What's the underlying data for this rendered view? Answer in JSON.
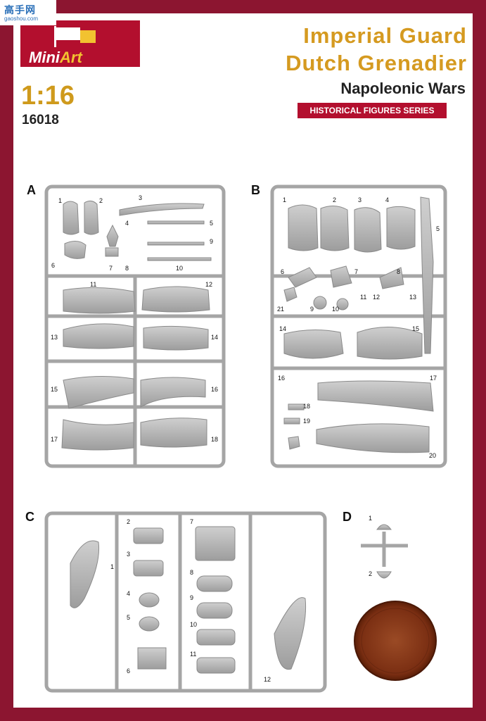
{
  "watermark": {
    "text": "高手网",
    "url": "gaoshou.com"
  },
  "brand": {
    "logo_mini": "Mini",
    "logo_art": "Art"
  },
  "scale": "1:16",
  "product_code": "16018",
  "title_line1": "Imperial Guard",
  "title_line2": "Dutch Grenadier",
  "subtitle": "Napoleonic Wars",
  "series_banner": "HISTORICAL FIGURES SERIES",
  "sprues": {
    "A": {
      "label": "A",
      "parts": [
        "1",
        "2",
        "3",
        "4",
        "5",
        "9",
        "6",
        "7",
        "8",
        "10",
        "11",
        "12",
        "13",
        "14",
        "15",
        "16",
        "17",
        "18"
      ]
    },
    "B": {
      "label": "B",
      "parts": [
        "1",
        "2",
        "3",
        "4",
        "5",
        "6",
        "7",
        "8",
        "21",
        "9",
        "10",
        "11",
        "12",
        "13",
        "14",
        "15",
        "16",
        "17",
        "18",
        "19",
        "20"
      ]
    },
    "C": {
      "label": "C",
      "parts": [
        "2",
        "3",
        "1",
        "4",
        "5",
        "6",
        "7",
        "8",
        "9",
        "10",
        "11",
        "12"
      ]
    },
    "D": {
      "label": "D",
      "parts": [
        "1",
        "2"
      ]
    }
  },
  "colors": {
    "frame": "#8c1530",
    "banner": "#b30f2e",
    "title": "#d59a20",
    "sprue": "#a9a9a9",
    "part": "#b8b8b8",
    "base": "#8b3a1a"
  }
}
